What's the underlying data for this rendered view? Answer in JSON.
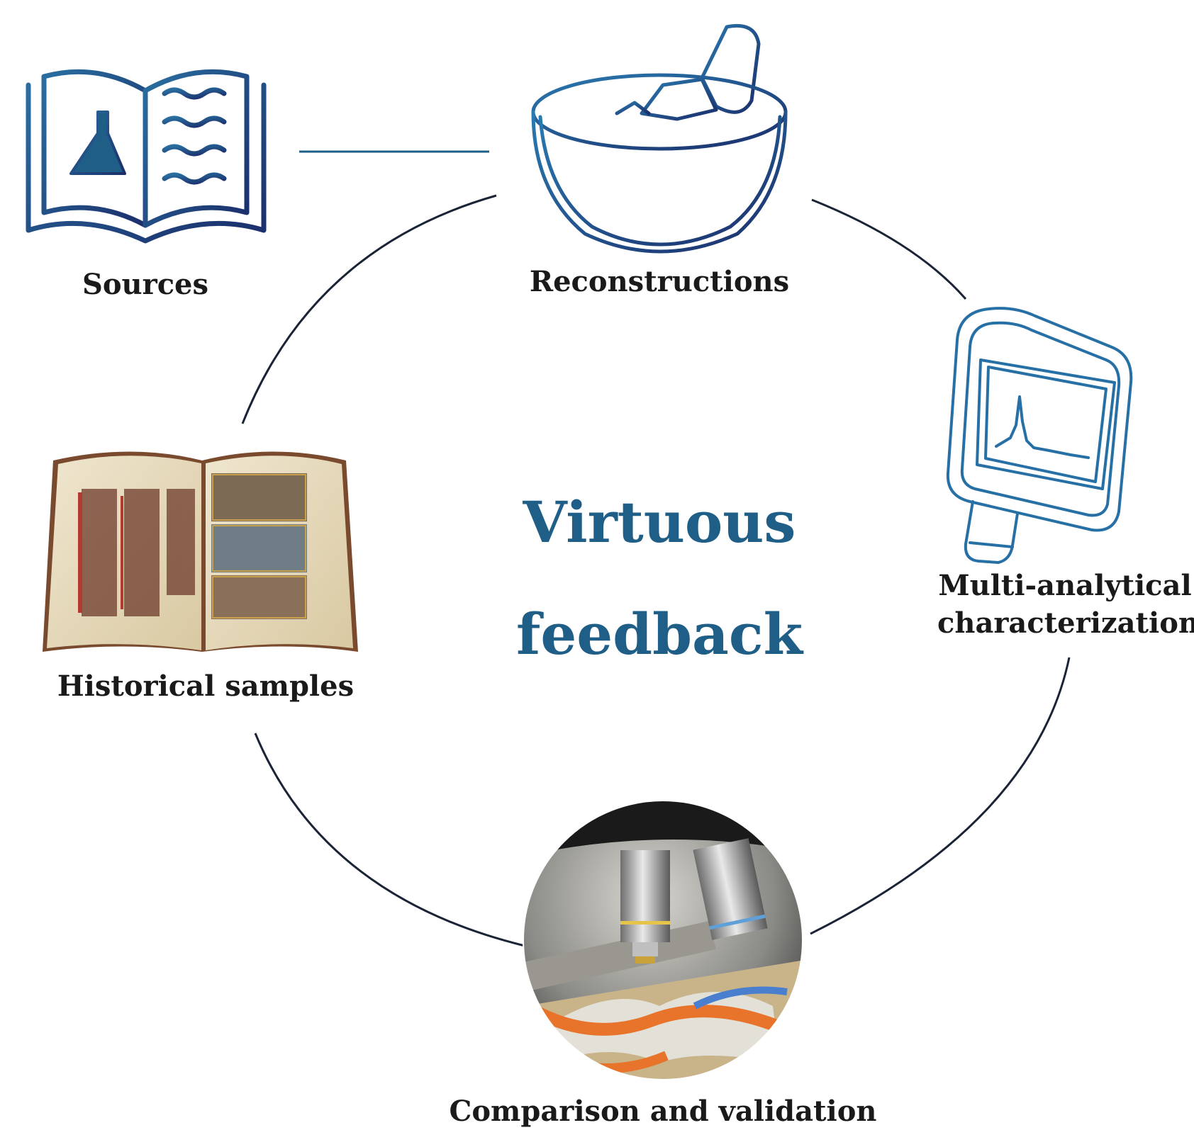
{
  "diagram": {
    "center": {
      "line1": "Virtuous",
      "line2": "feedback"
    },
    "nodes": [
      {
        "id": "sources",
        "label": "Sources",
        "icon": "book-flask-icon"
      },
      {
        "id": "reconstructions",
        "label": "Reconstructions",
        "icon": "mortar-pestle-icon"
      },
      {
        "id": "multi",
        "label_line1": "Multi-analytical",
        "label_line2": "characterization",
        "icon": "spectrometer-icon"
      },
      {
        "id": "comparison",
        "label": "Comparison and validation",
        "icon": "microscope-photo"
      },
      {
        "id": "historical",
        "label": "Historical samples",
        "icon": "manuscript-photo"
      }
    ]
  },
  "colors": {
    "icon_blue": "#1f5f87",
    "icon_dark": "#1b2e6b",
    "cycle_line": "#1b2436",
    "center_text": "#1f5f87",
    "label_text": "#1a1a1a"
  }
}
